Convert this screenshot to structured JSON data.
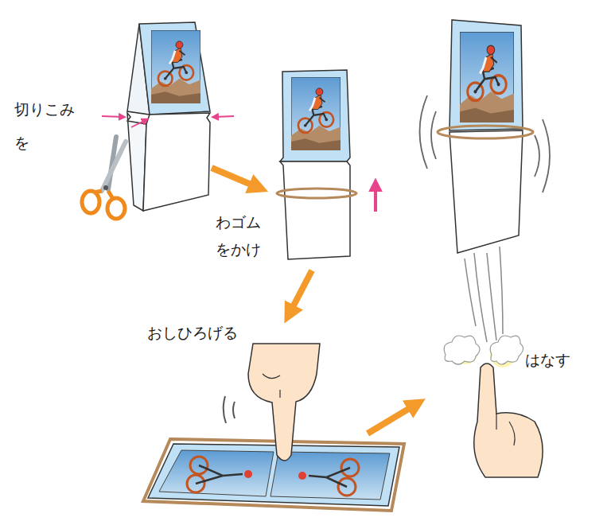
{
  "diagram": {
    "labels": [
      "切りこみ を",
      "わゴム をかけ",
      "おしひろげる",
      "はなす"
    ]
  }
}
